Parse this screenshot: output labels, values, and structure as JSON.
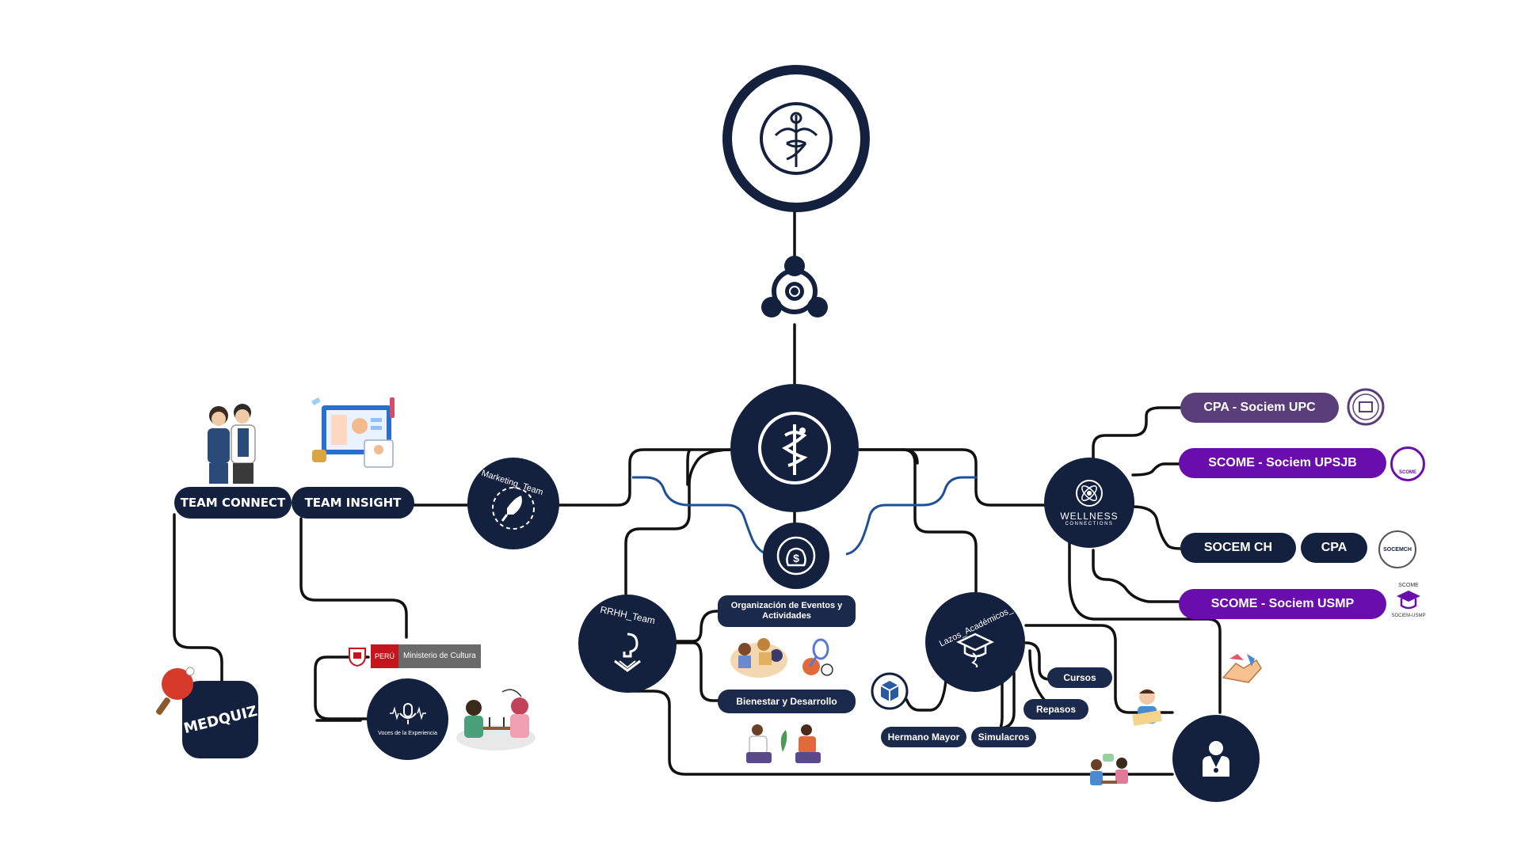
{
  "diagram": {
    "nodes": {
      "marketing_label": "Marketing_Team",
      "rrhh_label": "RRHH_Team",
      "wellness_label": "WELLNESS",
      "wellness_sub": "CONNECTIONS",
      "lazos_label": "Lazos_Académicos_Team",
      "medquiz_label": "MEDQUIZ",
      "voces_label": "Voces de la Experiencia"
    },
    "pills": {
      "team_connect": "TEAM CONNECT",
      "team_insight": "TEAM INSIGHT",
      "organizacion": "Organización de Eventos y Actividades",
      "bienestar": "Bienestar y Desarrollo",
      "cursos": "Cursos",
      "repasos": "Repasos",
      "hermano_mayor": "Hermano Mayor",
      "simulacros": "Simulacros",
      "cpa_upc": "CPA - Sociem UPC",
      "scome_upsjb": "SCOME - Sociem UPSJB",
      "socem_ch": "SOCEM CH",
      "cpa": "CPA",
      "scome_usmp": "SCOME - Sociem USMP"
    },
    "logos": {
      "peru": "PERÚ",
      "ministerio": "Ministerio de Cultura",
      "scome_small": "SCOME",
      "sociem_usmp_small": "SOCIEM-USMP",
      "scome_badge": "SCOME",
      "socemch_badge": "SOCEMCH"
    },
    "colors": {
      "navy": "#13213f",
      "line": "#111111",
      "blue_line": "#1f4e9a",
      "purple": "#6a0dad",
      "plum": "#5a3e7a"
    },
    "icons": [
      "caduceus-icon",
      "team-icon",
      "aesculapius-icon",
      "money-bag-icon",
      "rocket-icon",
      "brain-icon",
      "atom-icon",
      "graduation-icon",
      "doctor-icon",
      "ping-pong-icon",
      "microphone-icon"
    ]
  }
}
